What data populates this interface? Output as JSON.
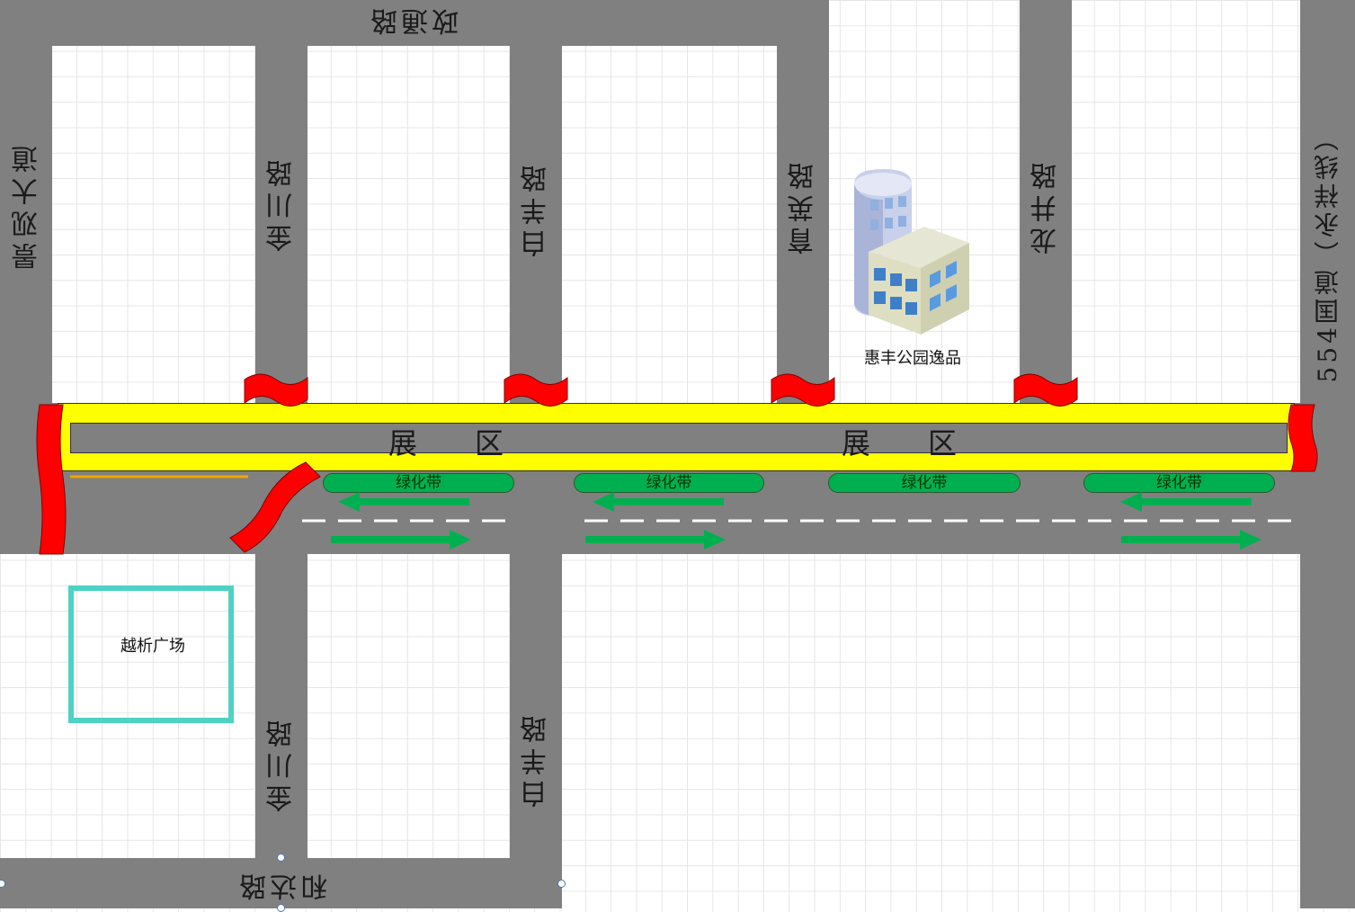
{
  "roads": {
    "top": "政通路",
    "bottom": "和达路",
    "left": "景观大道",
    "right": "554国道（永祥线）",
    "jinchuan_north": "金川路",
    "jinchuan_south": "金川路",
    "baiyang_north": "白羊路",
    "baiyang_south": "白羊路",
    "yuying": "育英路",
    "longjing": "龙井路"
  },
  "exhibition": {
    "label_1": "展　　区",
    "label_2": "展　　区"
  },
  "green_belts": [
    "绿化带",
    "绿化带",
    "绿化带",
    "绿化带"
  ],
  "landmarks": {
    "building": "惠丰公园逸品",
    "plaza": "越析广场"
  },
  "colors": {
    "road": "#808080",
    "expo": "#ffff00",
    "flag": "#ff0000",
    "green_belt": "#00b050",
    "arrow": "#00b050",
    "plaza_border": "#4ed2c3"
  },
  "icons": {
    "building": "office-building-icon",
    "flag": "banner-flag-icon",
    "arrow": "traffic-arrow-icon"
  }
}
